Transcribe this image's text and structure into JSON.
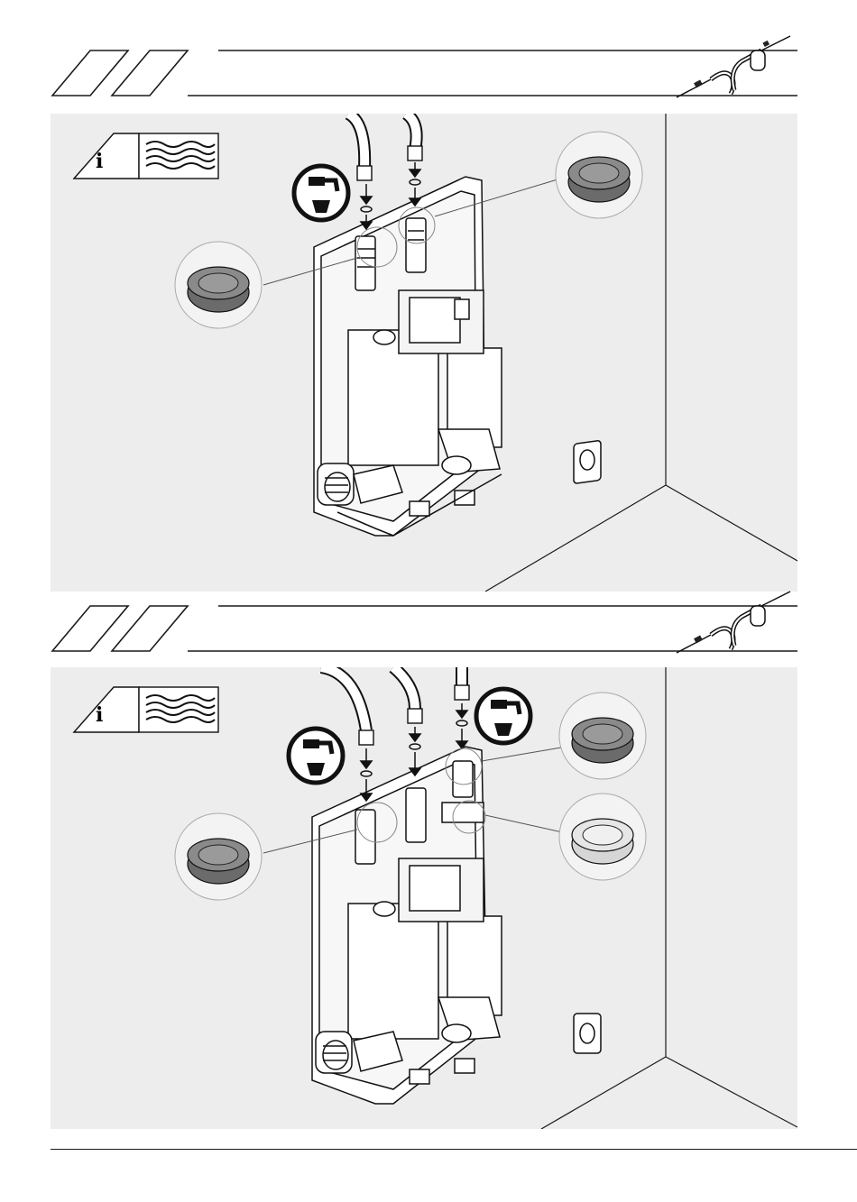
{
  "steps": [
    {
      "id": "step-1",
      "step_box_a": "",
      "step_box_b": "",
      "info_symbol": "i",
      "icons": [
        "info-triangle-icon",
        "water-waves-icon",
        "tap-water-icon",
        "pipe-kit-icon",
        "seal-gasket-icon",
        "wall-fitting-icon"
      ]
    },
    {
      "id": "step-2",
      "step_box_a": "",
      "step_box_b": "",
      "info_symbol": "i",
      "icons": [
        "info-triangle-icon",
        "water-waves-icon",
        "tap-water-icon",
        "tap-water-icon",
        "pipe-kit-icon",
        "seal-gasket-icon",
        "seal-gasket-light-icon",
        "wall-fitting-icon"
      ]
    }
  ],
  "colors": {
    "panel_bg": "#ededed",
    "line": "#1a1a1a",
    "gasket_dark": "#6b6b6b",
    "gasket_light": "#d6d6d6"
  },
  "footer": {
    "page_number": ""
  }
}
